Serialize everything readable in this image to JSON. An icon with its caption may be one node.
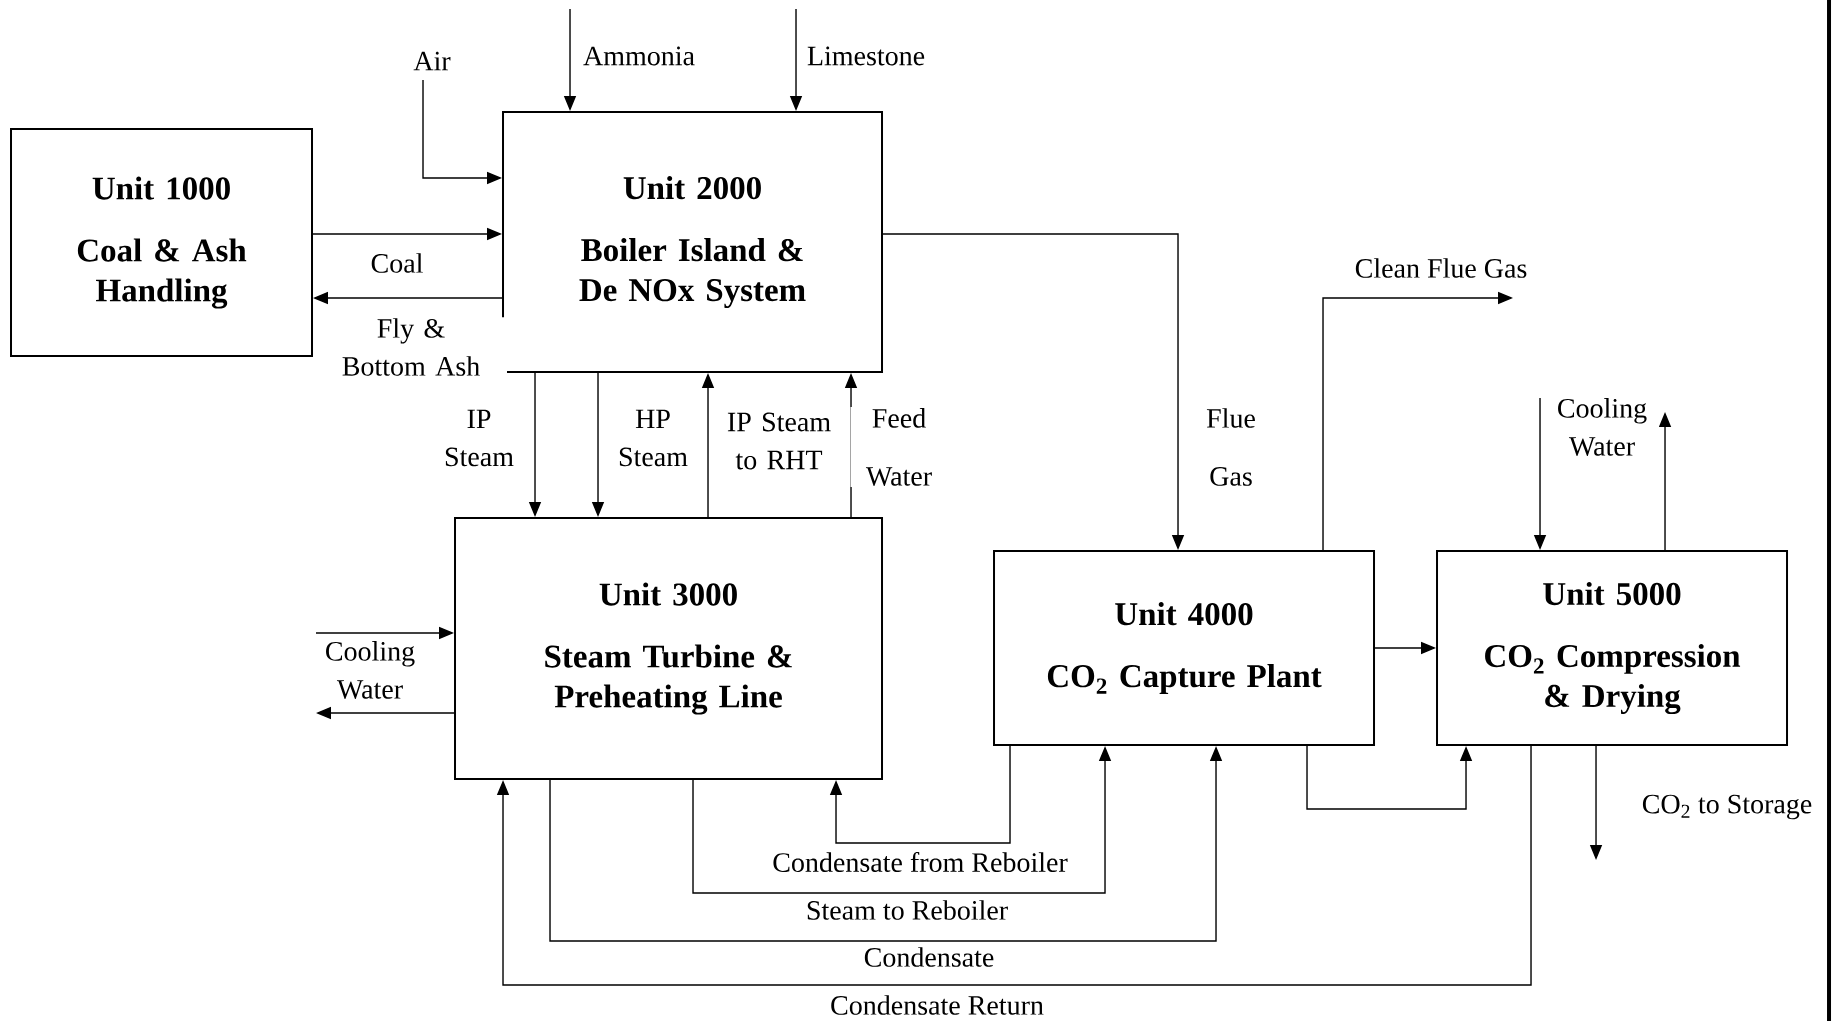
{
  "diagram": {
    "nodes": [
      {
        "text": [
          "Unit 1000",
          "Coal & Ash Handling"
        ]
      },
      {
        "text": [
          "Unit 2000",
          "Boiler Island & De NOx System"
        ]
      },
      {
        "text": [
          "Unit 3000",
          "Steam Turbine & Preheating Line"
        ]
      },
      {
        "text": [
          "Unit 4000",
          "CO$_{2}$ Capture Plant"
        ]
      },
      {
        "text": [
          "Unit 5000",
          "CO$_{2}$ Compression & Drying"
        ]
      }
    ],
    "edges": [
      {
        "from": 0,
        "to": 1,
        "arrow": "to",
        "label": "Coal"
      },
      {
        "from": 1,
        "to": 0,
        "arrow": "to",
        "label": "Fly & Bottom Ash"
      },
      {
        "from": null,
        "to": 1,
        "arrow": "to",
        "label": "Air"
      },
      {
        "from": null,
        "to": 1,
        "arrow": "to",
        "label": "Ammonia"
      },
      {
        "from": null,
        "to": 1,
        "arrow": "to",
        "label": "Limestone"
      },
      {
        "from": 1,
        "to": 2,
        "arrow": "to",
        "label": "IP Steam"
      },
      {
        "from": 1,
        "to": 2,
        "arrow": "to",
        "label": "HP Steam"
      },
      {
        "from": 2,
        "to": 1,
        "arrow": "to",
        "label": "IP Steam to RHT"
      },
      {
        "from": 2,
        "to": 1,
        "arrow": "to",
        "label": "Feed Water"
      },
      {
        "from": 1,
        "to": 3,
        "arrow": "to",
        "label": "Flue Gas"
      },
      {
        "from": 3,
        "to": null,
        "arrow": "to",
        "label": "Clean Flue Gas"
      },
      {
        "from": 3,
        "to": 4,
        "arrow": "to"
      },
      {
        "from": null,
        "to": 4,
        "arrow": "to",
        "label": "Cooling Water"
      },
      {
        "from": 4,
        "to": null,
        "arrow": "to"
      },
      {
        "from": 4,
        "to": null,
        "arrow": "to",
        "label": "CO$_{2}$ to Storage"
      },
      {
        "from": 3,
        "to": 4,
        "arrow": "to"
      },
      {
        "from": null,
        "to": 2,
        "arrow": "to",
        "label": "Cooling Water"
      },
      {
        "from": 2,
        "to": null,
        "arrow": "to"
      },
      {
        "from": 3,
        "to": 2,
        "arrow": "to",
        "label": "Condensate from Reboiler"
      },
      {
        "from": 2,
        "to": 3,
        "arrow": "to",
        "label": "Steam to Reboiler"
      },
      {
        "from": 2,
        "to": 3,
        "arrow": "to",
        "label": "Condensate"
      },
      {
        "from": 4,
        "to": 2,
        "arrow": "to",
        "label": "Condensate Return"
      }
    ]
  }
}
